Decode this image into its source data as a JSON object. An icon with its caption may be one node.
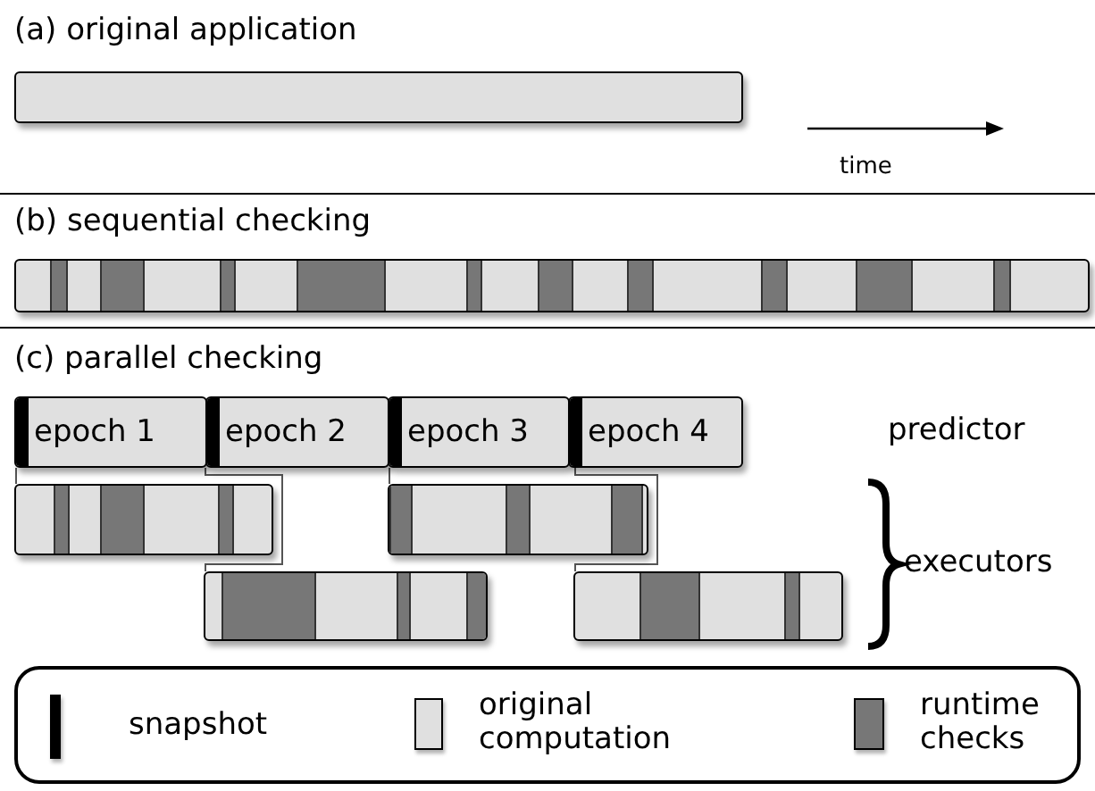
{
  "diagram": {
    "nodes": [
      {
        "text": [],
        "shape": "bar"
      },
      {
        "text": [],
        "shape": "bar"
      },
      {
        "text": [
          "epoch 1"
        ]
      },
      {
        "text": [
          "epoch 2"
        ]
      },
      {
        "text": [
          "epoch 3"
        ]
      },
      {
        "text": [
          "epoch 4"
        ]
      },
      {
        "text": [],
        "shape": "bar"
      },
      {
        "text": [],
        "shape": "bar"
      },
      {
        "text": [],
        "shape": "bar"
      },
      {
        "text": [],
        "shape": "bar"
      }
    ],
    "edges": [
      {
        "from": 2,
        "to": 6,
        "arrow": "none"
      },
      {
        "from": 3,
        "to": 7,
        "arrow": "none"
      },
      {
        "from": 4,
        "to": 8,
        "arrow": "none"
      },
      {
        "from": 5,
        "to": 9,
        "arrow": "none"
      }
    ],
    "labels": [
      "(a) original application",
      "time",
      "(b) sequential checking",
      "(c) parallel checking",
      "predictor",
      "executors"
    ],
    "legend": [
      {
        "text": "snapshot",
        "color": "#000000"
      },
      {
        "text": "original computation",
        "color": "#e0e0e0"
      },
      {
        "text": "runtime checks",
        "color": "#777777"
      }
    ]
  }
}
